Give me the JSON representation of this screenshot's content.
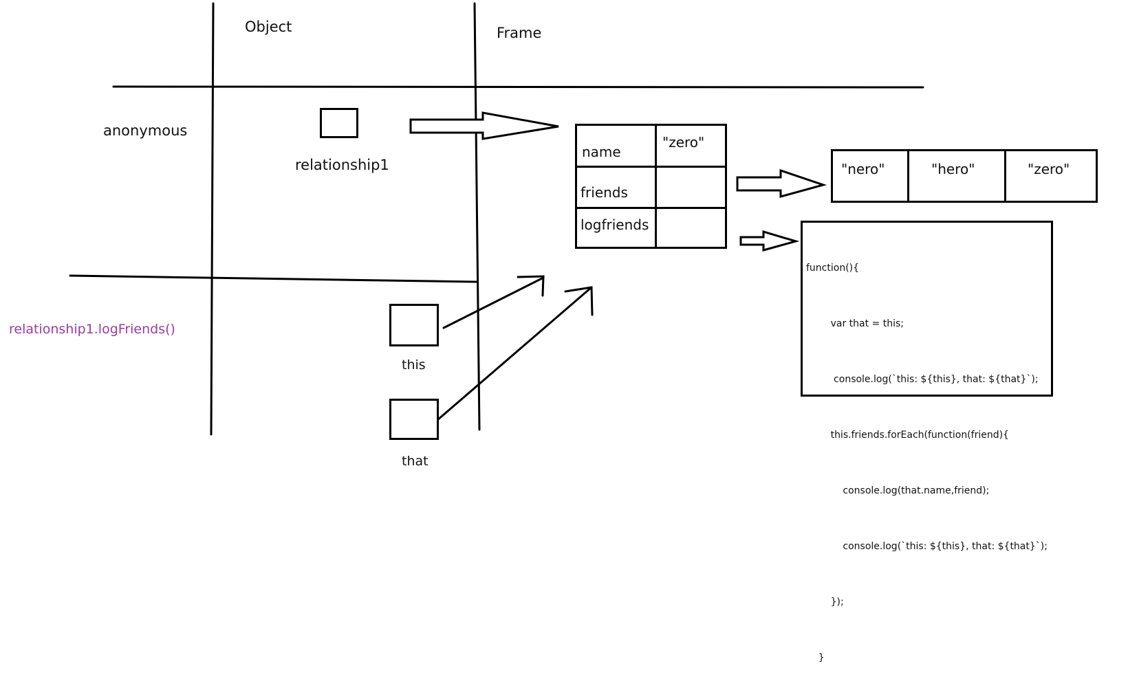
{
  "headers": {
    "object": "Object",
    "frame": "Frame"
  },
  "rows": {
    "anonymous": "anonymous",
    "call": "relationship1.logFriends()"
  },
  "variables": {
    "relationship1": "relationship1",
    "this": "this",
    "that": "that"
  },
  "object_table": {
    "rows": [
      {
        "key": "name",
        "value": "\"zero\""
      },
      {
        "key": "friends",
        "value": ""
      },
      {
        "key": "logfriends",
        "value": ""
      }
    ]
  },
  "friends_array": [
    "\"nero\"",
    "\"hero\"",
    "\"zero\""
  ],
  "function_code": [
    "function(){",
    "        var that = this;",
    "         console.log(`this: ${this}, that: ${that}`);",
    "        this.friends.forEach(function(friend){",
    "            console.log(that.name,friend);",
    "            console.log(`this: ${this}, that: ${that}`);",
    "        });",
    "    }"
  ],
  "colors": {
    "call_text": "#9b3b9e",
    "stroke": "#000000"
  }
}
